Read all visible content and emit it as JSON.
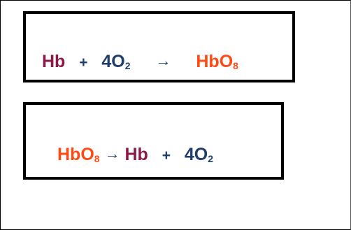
{
  "colors": {
    "hb": "#8b1a4a",
    "o2": "#1f3d6e",
    "product": "#ff4a14",
    "arrow": "#1f3d6e",
    "border": "#000000"
  },
  "equation_1": {
    "reactant": "Hb",
    "plus": "+",
    "oxygen_coef_and_symbol": "4O",
    "oxygen_subscript": "2",
    "arrow": "→",
    "product": "HbO",
    "product_subscript": "8"
  },
  "equation_2": {
    "reactant": "HbO",
    "reactant_subscript": "8",
    "arrow": "→",
    "product": "Hb",
    "plus": "+",
    "oxygen_coef_and_symbol": "4O",
    "oxygen_subscript": "2"
  }
}
